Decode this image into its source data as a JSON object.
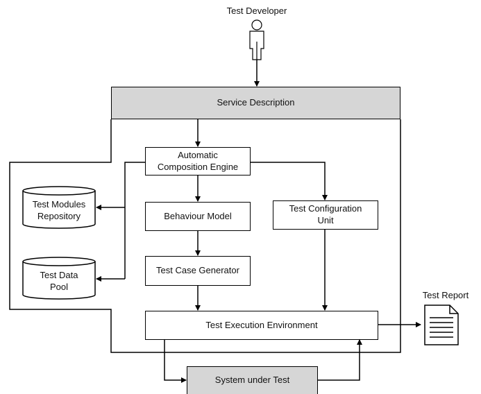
{
  "actor": {
    "label": "Test Developer"
  },
  "boxes": {
    "service_description": "Service Description",
    "composition_engine": "Automatic\nComposition Engine",
    "behaviour_model": "Behaviour Model",
    "test_case_generator": "Test Case Generator",
    "test_configuration_unit": "Test Configuration\nUnit",
    "test_execution_environment": "Test Execution Environment",
    "system_under_test": "System under Test"
  },
  "stores": {
    "test_modules_repository": "Test Modules\nRepository",
    "test_data_pool": "Test Data\nPool"
  },
  "output": {
    "label": "Test Report"
  },
  "colors": {
    "line": "#000000",
    "grey_fill": "#d6d6d6",
    "box_fill": "#ffffff"
  }
}
